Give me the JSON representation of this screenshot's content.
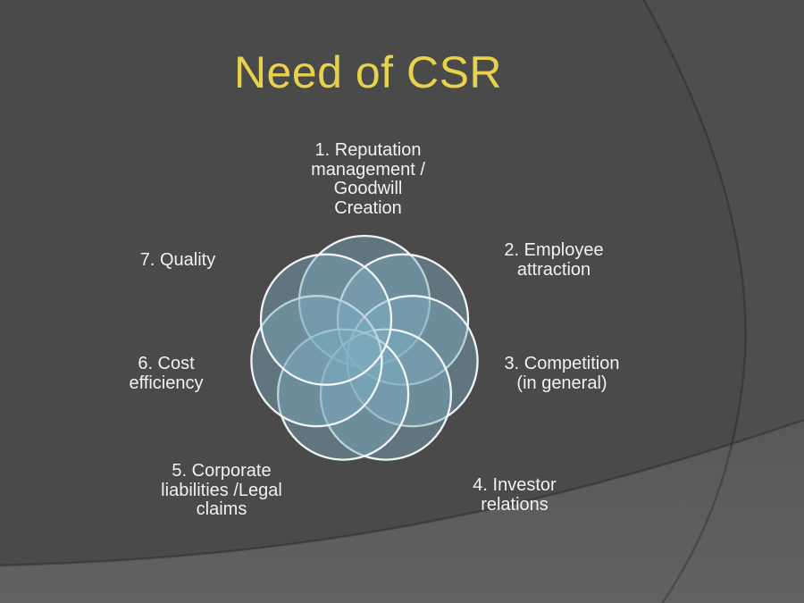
{
  "slide": {
    "title": "Need of CSR",
    "title_color": "#E8D24C",
    "background_color": "#4B4A4A",
    "swoosh_color": "#5D5C5C",
    "label_text_color": "#F1F1F1"
  },
  "diagram": {
    "type": "overlapping-circle-flower",
    "circle_count": 7,
    "circle_fill": "rgba(125,170,190,0.45)",
    "circle_stroke": "rgba(248,251,252,0.95)",
    "labels": [
      {
        "id": 1,
        "text": "1. Reputation\nmanagement /\nGoodwill\nCreation"
      },
      {
        "id": 2,
        "text": "2. Employee\nattraction"
      },
      {
        "id": 3,
        "text": "3. Competition\n(in general)"
      },
      {
        "id": 4,
        "text": "4. Investor\nrelations"
      },
      {
        "id": 5,
        "text": "5. Corporate\nliabilities /Legal\nclaims"
      },
      {
        "id": 6,
        "text": "6. Cost\nefficiency"
      },
      {
        "id": 7,
        "text": "7. Quality"
      }
    ]
  }
}
